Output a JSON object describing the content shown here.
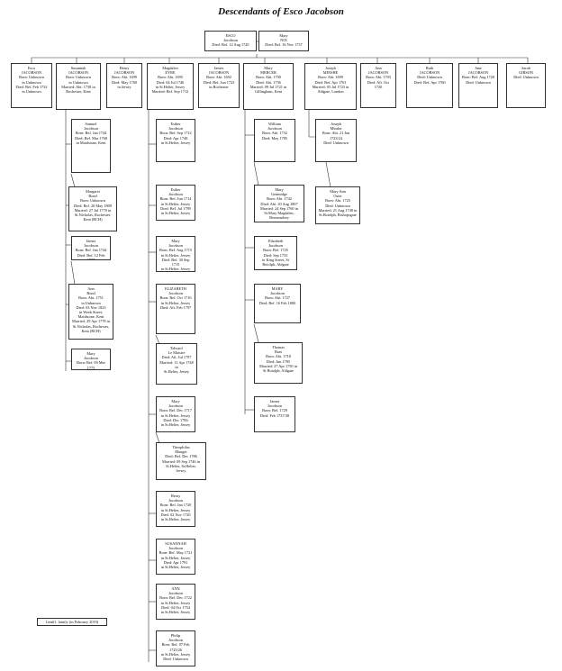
{
  "title": "Descendants of Esco Jacobson",
  "footer": "Gen#1: family (in February 2019)",
  "people": [
    {
      "id": "esco",
      "name": "ESCO\nJacobson",
      "details": "Died: Bef. 12 Aug 1720"
    },
    {
      "id": "mary_spouse",
      "name": "Mary\nNIX",
      "details": "Died: Bef. 16 Nov 1737"
    },
    {
      "id": "esco2",
      "name": "Esco\nJACOBSON",
      "details": "Born: Unknown\nin Unknown\nDied: Bef. Feb 1732\nin Unknown"
    },
    {
      "id": "susannah",
      "name": "Susannah\nJACOBSON",
      "details": "Born: Unknown\nin Unknown\nMarried: Abt. 1738 in\nRochester, Kent"
    },
    {
      "id": "henry1",
      "name": "Henry\nJACOBSON",
      "details": "Born: Abt. 1699\nDied: May 1760\nin Jersey"
    },
    {
      "id": "magdalen",
      "name": "Magdalen\nEYRE",
      "details": "Born: Abt. 1695\nDied: 04 Jul 1746\nin St.Helier, Jersey\nMarried: Bef. Sep 1712"
    },
    {
      "id": "james",
      "name": "James\nJACOBSON",
      "details": "Born: Abt. 1692\nDied: Bef. Jun 1723\nin Rochester"
    },
    {
      "id": "mary_mercer",
      "name": "Mary\nMERCER",
      "details": "Born: Abt. 1700\nDied: Abt. 1736\nMarried: 09 Jul 1721 in\nGillingham, Kent"
    },
    {
      "id": "joseph",
      "name": "Joseph\nMINSHE",
      "details": "Born: Abt. 1699\nDied: Bef. Apr 1761\nMarried: 05 Jul 1723 in\nAldgate, London"
    },
    {
      "id": "ann",
      "name": "Ann\nJACOBSON",
      "details": "Born: Abt. 1703\nDied: Aft. Oct 1720"
    },
    {
      "id": "ruth",
      "name": "Ruth\nJACOBSON",
      "details": "Died: Unknown\nDied: Bef. Apr 1760"
    },
    {
      "id": "jane",
      "name": "Jane\nJACOBSON",
      "details": "Born: Bef. Aug 1720\nDied: Unknown"
    },
    {
      "id": "sarah",
      "name": "Sarah\nGIBSON",
      "details": "Died: Unknown"
    },
    {
      "id": "samuel",
      "name": "Samuel\nJacobson",
      "details": "Born: Bef. Jan 1744\nDied: Bef. Mar 1768\nin Maidstone, Kent"
    },
    {
      "id": "margaret",
      "name": "Margaret\nBond",
      "details": "Born: Unknown\nDied: Bef. 20 May 1809\nMarried: 27 Jul 1770 in\nSt.Nicholas, Rochester,\nKent (RCH)"
    },
    {
      "id": "james2",
      "name": "James\nJacobson",
      "details": "Born: Bef. Jan 1744\nDied: Bef. 12 Feb 1807"
    },
    {
      "id": "ann_bond",
      "name": "Ann\nBond",
      "details": "Born: Abt. 1751\nin Unknown\nDied: 03 Nov 1823\nin Week Street,\nMaidstone, Kent\nMarried: 29 Apr 1778 in\nSt.Nicholas, Rochester,\nKent (RCH)"
    },
    {
      "id": "mary_j1",
      "name": "Mary\nJacobson",
      "details": "Born: Bef. 09 Mar 1775\nDied: Unknown"
    },
    {
      "id": "esther1",
      "name": "Esther\nJacobson",
      "details": "Born: Bef. Sep 1712\nDied: Apr 1748\nin St.Helier, Jersey"
    },
    {
      "id": "esther2",
      "name": "Esther\nJacobson",
      "details": "Born: Bef. Jun 1714\nin St.Helier, Jersey\nDied: Bef. Jul 1789\nin St.Helier, Jersey"
    },
    {
      "id": "mary_j2",
      "name": "Mary\nJacobson",
      "details": "Born: Bef. Aug 1715\nin St.Helier, Jersey\nDied: Bef. 30 Sep 1715\nin St.Helier, Jersey"
    },
    {
      "id": "elizabeth1",
      "name": "ELIZABETH\nJacobson",
      "details": "Born: Bef. Oct 1716\nin St.Helier, Jersey\nDied: Aft. Feb 1797"
    },
    {
      "id": "edward",
      "name": "Edward\nLe Maistre",
      "details": "Died: Aft. Jul 1797\nMarried: 11 Apr 1748 in\nSt.Helier, Jersey"
    },
    {
      "id": "mary_j3",
      "name": "Mary\nJacobson",
      "details": "Born: Bef. Dec 1717\nin St.Helier, Jersey\nDied: Dec 1786\nin St.Helier, Jersey"
    },
    {
      "id": "theophilus",
      "name": "Theophilus\nMauger",
      "details": "Died: Bef. Dec 1786\nMarried: 09 Sep 1746 in\nSt.Helier, St.Helier,\nJersey"
    },
    {
      "id": "henry2",
      "name": "Henry\nJacobson",
      "details": "Born: Bef. Jan 1720\nin St.Helier, Jersey\nDied: 02 Nov 1720\nin St.Helier, Jersey"
    },
    {
      "id": "susannah2",
      "name": "SUSANNAH\nJacobson",
      "details": "Born: Bef. May 1721\nin St.Helier, Jersey\nDied: Apr 1791\nin St.Helier, Jersey"
    },
    {
      "id": "ann_j",
      "name": "ANN\nJacobson",
      "details": "Born: Bef. Dec 1722\nin St.Helier, Jersey\nDied: 04 Oct 1754\nin St.Helier, Jersey"
    },
    {
      "id": "philip",
      "name": "Philip\nJacobson",
      "details": "Born: Bef. 07 Feb\n1725/26\nin St.Helier, Jersey\nDied: Unknown"
    },
    {
      "id": "william",
      "name": "William\nJacobson",
      "details": "Born: Abt. 1732\nDied: May 1785"
    },
    {
      "id": "mary_gen",
      "name": "Mary\nGenmidge",
      "details": "Born: Abt. 1742\nDied: Abt. 20 Aug 1807\nMarried: 24 Sep 1760 in\nSt.Mary Magdalen,\nBermondsey"
    },
    {
      "id": "elizabeth2",
      "name": "Elizabeth\nJacobson",
      "details": "Born: Bef. 1725\nDied: Sep 1733\nin King Street, St\nBotolph, Aldgate"
    },
    {
      "id": "mary_j4",
      "name": "MARY\nJacobson",
      "details": "Born: Abt. 1727\nDied: Bef. 16 Feb 1800"
    },
    {
      "id": "thomas",
      "name": "Thomas\nBass",
      "details": "Born: Abt. 1718\nDied: Jun 1785\nMarried: 27 Apr 1750 in\nSt Botolph, Aldgate"
    },
    {
      "id": "james3",
      "name": "James\nJacobson",
      "details": "Born: Bef. 1729\nDied: Feb 1737/38"
    },
    {
      "id": "joseph2",
      "name": "Joseph\nMinshe",
      "details": "Born: Abt. 21 Jan\n1723/24\nDied: Unknown"
    },
    {
      "id": "mary_ann",
      "name": "Mary Ann\nOster",
      "details": "Born: Abt. 1725\nDied: Unknown\nMarried: 21 Aug 1748 in\nSt.Botolph, Bishopsgate"
    }
  ]
}
